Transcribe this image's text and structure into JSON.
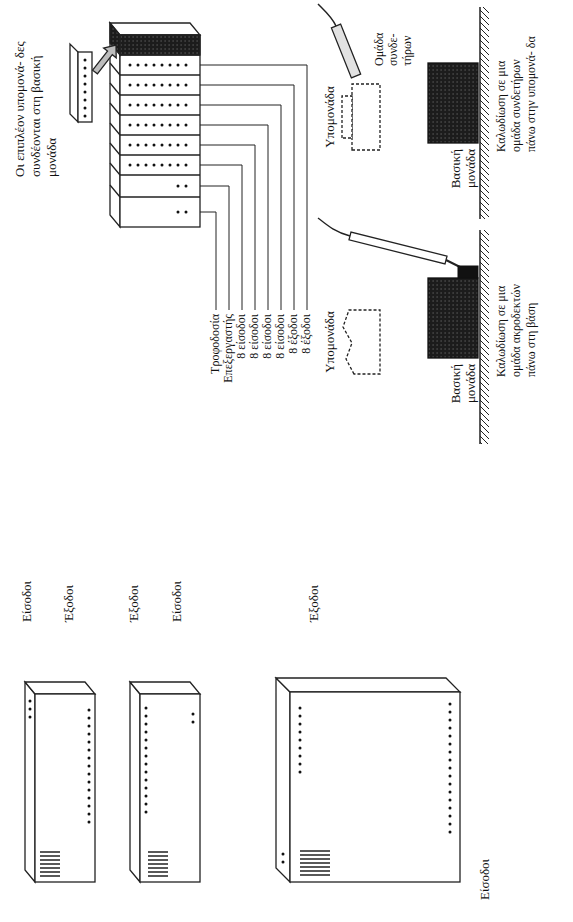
{
  "diagram": {
    "nodes": [
      {
        "text": [
          "Υπομονάδα"
        ]
      },
      {
        "text": [
          "Βασική μονάδα"
        ]
      },
      {
        "text": [
          "Υπομονάδα"
        ]
      },
      {
        "text": [
          "Βασική μονάδα"
        ]
      }
    ],
    "edges": [
      {
        "from": 0,
        "to": 1,
        "arrow": "to"
      },
      {
        "from": 2,
        "to": 3,
        "arrow": "to"
      }
    ],
    "labels": [
      "Οι επιπλέον υπομονά- δες συνδέονται στη βασική μονάδα",
      "Τροφοδοσία",
      "Επεξεργαστής",
      "8 είσοδοι",
      "8 είσοδοι",
      "8 είσοδοι",
      "8 είσοδοι",
      "8 έξοδοι",
      "8 έξοδοι",
      "Είσοδοι",
      "Έξοδοι",
      "Έξοδοι",
      "Είσοδοι",
      "Έξοδοι",
      "Είσοδοι",
      "Ομάδα συνδε- τήρων",
      "Καλωδίωση σε μια ομάδα ακροδεκτών πάνω στη βάση",
      "Καλωδίωση σε μια ομάδα συνδετήρων πάνω στην υπομονά- δα"
    ]
  }
}
